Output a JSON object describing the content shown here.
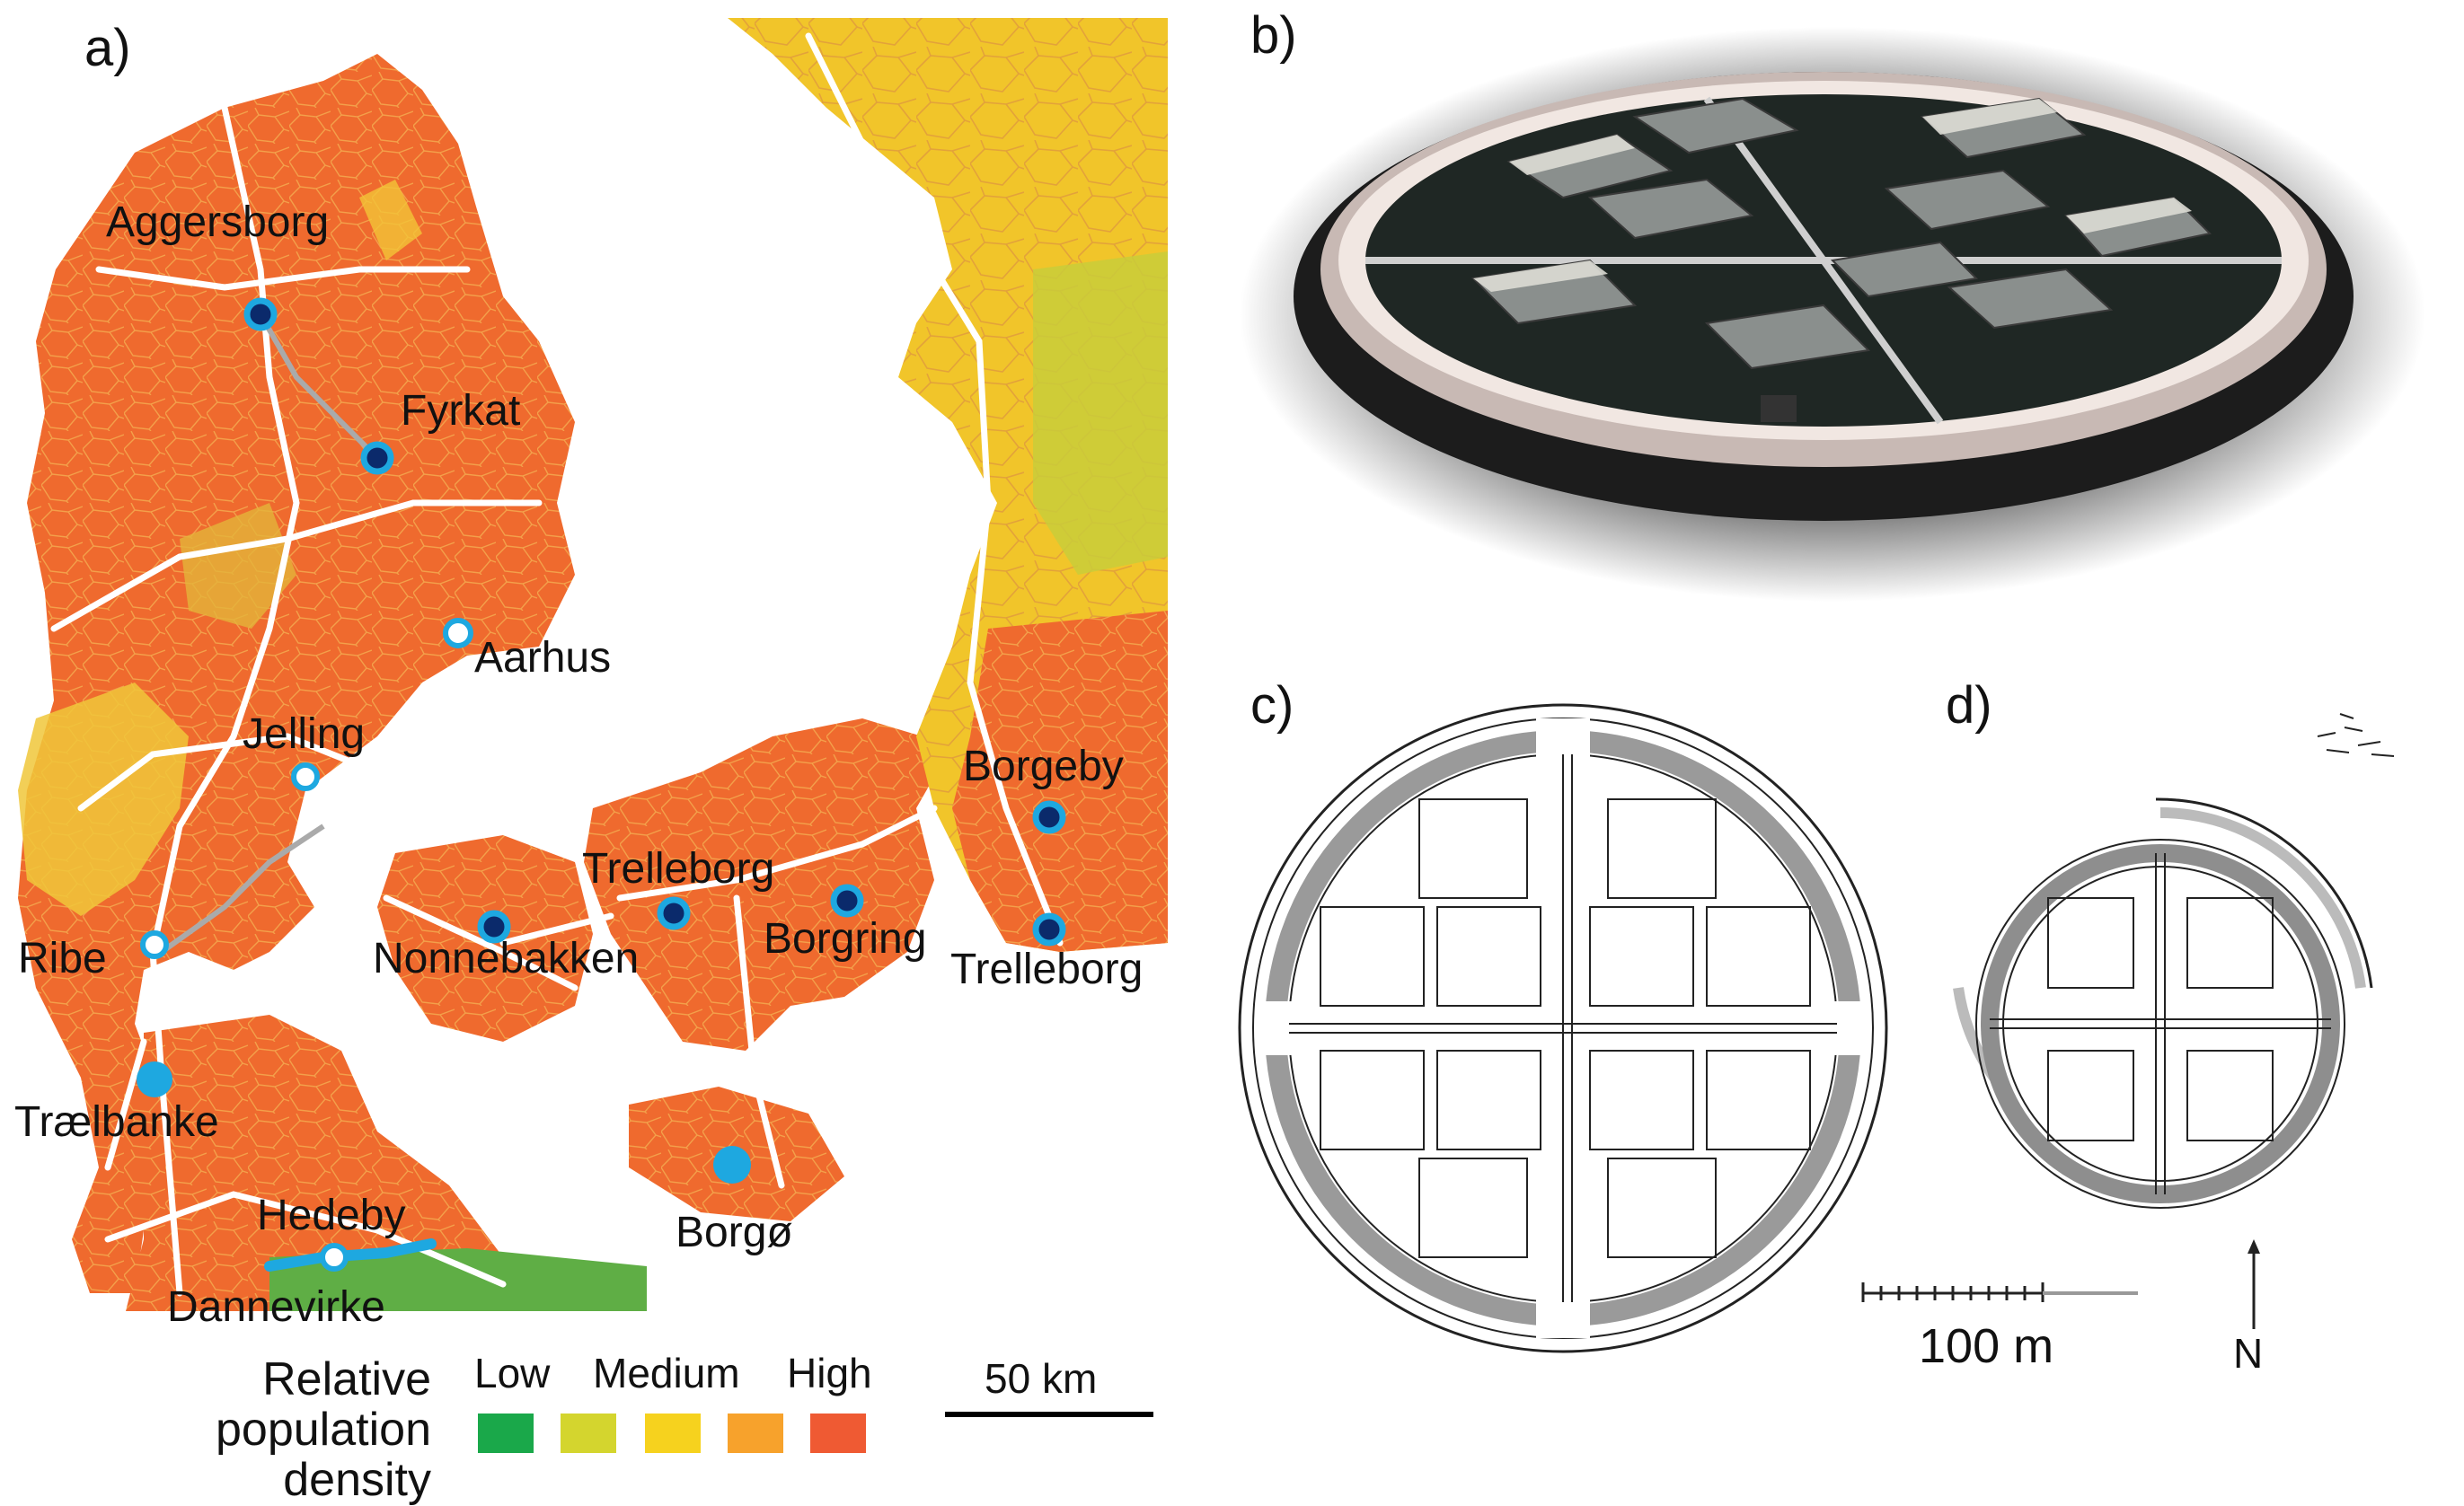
{
  "panels": {
    "a": "a)",
    "b": "b)",
    "c": "c)",
    "d": "d)"
  },
  "map": {
    "places": [
      {
        "id": "aggersborg",
        "name": "Aggersborg"
      },
      {
        "id": "fyrkat",
        "name": "Fyrkat"
      },
      {
        "id": "aarhus",
        "name": "Aarhus"
      },
      {
        "id": "jelling",
        "name": "Jelling"
      },
      {
        "id": "ribe",
        "name": "Ribe"
      },
      {
        "id": "nonnebakken",
        "name": "Nonnebakken"
      },
      {
        "id": "trelleborg_dk",
        "name": "Trelleborg"
      },
      {
        "id": "borgring",
        "name": "Borgring"
      },
      {
        "id": "borgeby",
        "name": "Borgeby"
      },
      {
        "id": "trelleborg_se",
        "name": "Trelleborg"
      },
      {
        "id": "traelbanke",
        "name": "Trælbanke"
      },
      {
        "id": "hedeby",
        "name": "Hedeby"
      },
      {
        "id": "dannevirke",
        "name": "Dannevirke"
      },
      {
        "id": "borgo",
        "name": "Borgø"
      }
    ],
    "scale_label": "50 km"
  },
  "legend": {
    "title": "Relative population density",
    "low": "Low",
    "medium": "Medium",
    "high": "High",
    "colors": [
      "#1aa84a",
      "#d4d52e",
      "#f6d21e",
      "#f7a22c",
      "#ef5a33"
    ]
  },
  "plan_scale": {
    "label": "100 m",
    "north": "N"
  }
}
